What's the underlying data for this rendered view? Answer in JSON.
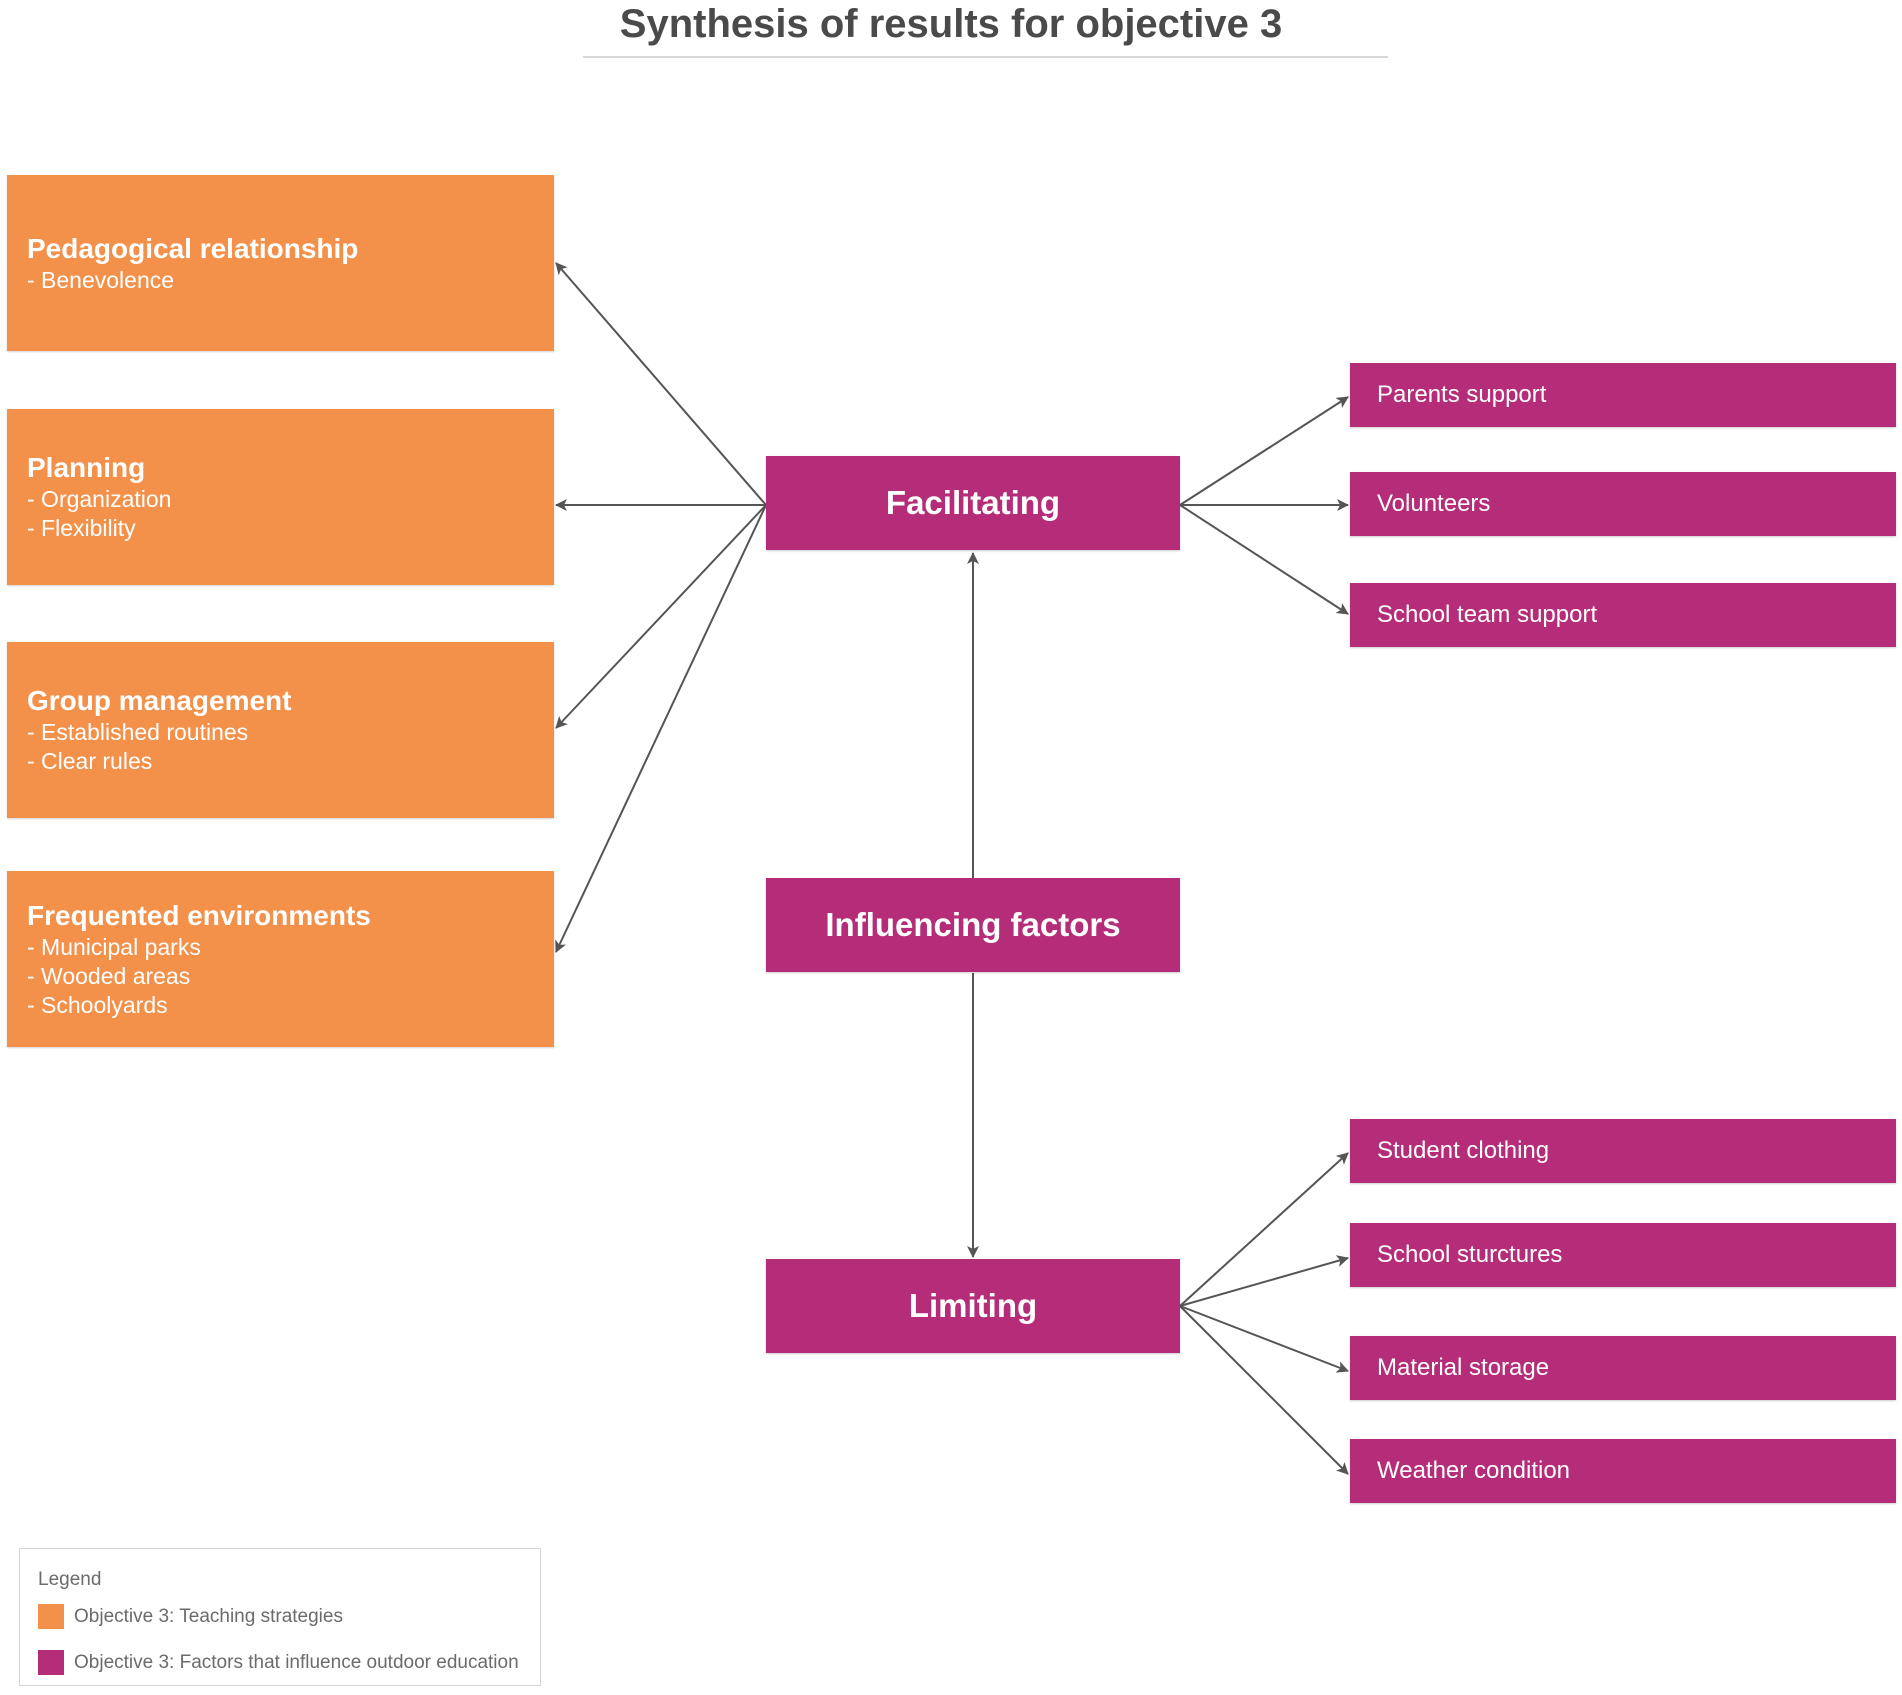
{
  "title": "Synthesis of results for objective 3",
  "colors": {
    "teaching_strategies": "#f3914a",
    "influencing_factors": "#b52d78",
    "connector": "#555555"
  },
  "strategies": [
    {
      "heading": "Pedagogical relationship",
      "items": [
        "- Benevolence"
      ]
    },
    {
      "heading": "Planning",
      "items": [
        "- Organization",
        "- Flexibility"
      ]
    },
    {
      "heading": "Group management",
      "items": [
        "- Established routines",
        "- Clear rules"
      ]
    },
    {
      "heading": "Frequented environments",
      "items": [
        "- Municipal parks",
        "- Wooded areas",
        "- Schoolyards"
      ]
    }
  ],
  "center_nodes": {
    "facilitating": "Facilitating",
    "influencing": "Influencing factors",
    "limiting": "Limiting"
  },
  "facilitating_factors": [
    "Parents support",
    "Volunteers",
    "School team support"
  ],
  "limiting_factors": [
    "Student clothing",
    "School sturctures",
    "Material storage",
    "Weather condition"
  ],
  "legend": {
    "title": "Legend",
    "items": [
      {
        "label": "Objective 3: Teaching strategies",
        "color": "#f3914a"
      },
      {
        "label": "Objective 3: Factors that influence outdoor education",
        "color": "#b52d78"
      }
    ]
  }
}
